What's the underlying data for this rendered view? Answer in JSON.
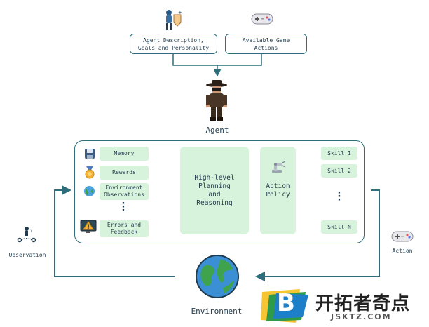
{
  "top": {
    "agent_description": "Agent Description,\nGoals and Personality",
    "game_actions": "Available Game\nActions"
  },
  "agent_label": "Agent",
  "inputs": {
    "memory": "Memory",
    "rewards": "Rewards",
    "environment_observations": "Environment\nObservations",
    "errors_feedback": "Errors and\nFeedback"
  },
  "center": {
    "planning": "High-level\nPlanning\nand\nReasoning",
    "policy": "Action\nPolicy"
  },
  "skills": [
    "Skill 1",
    "Skill 2",
    "Skill N"
  ],
  "side": {
    "observation": "Observation",
    "action": "Action"
  },
  "environment_label": "Environment",
  "watermark": {
    "logo_letter": "B",
    "title": "开拓者奇点",
    "url": "JSKTZ.COM"
  },
  "colors": {
    "line": "#2d6e7a",
    "green_fill": "#d8f3dc",
    "text": "#1f3b4d"
  }
}
